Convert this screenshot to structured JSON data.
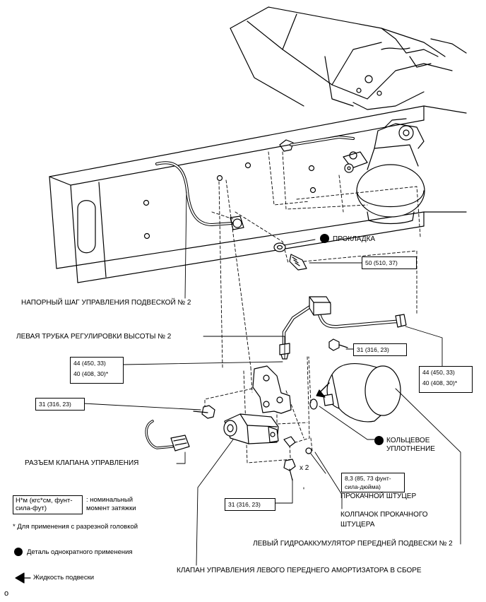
{
  "labels": {
    "gasket": "ПРОКЛАДКА",
    "pressure_step": "НАПОРНЫЙ ШАГ УПРАВЛЕНИЯ ПОДВЕСКОЙ № 2",
    "height_pipe": "ЛЕВАЯ ТРУБКА РЕГУЛИРОВКИ ВЫСОТЫ № 2",
    "o_ring_line1": "КОЛЬЦЕВОЕ",
    "o_ring_line2": "УПЛОТНЕНИЕ",
    "connector": "РАЗЪЕМ КЛАПАНА УПРАВЛЕНИЯ",
    "bleeder": "ПРОКАЧНОЙ ШТУЦЕР",
    "bleeder_cap_line1": "КОЛПАЧОК ПРОКАЧНОГО",
    "bleeder_cap_line2": "ШТУЦЕРА",
    "accumulator": "ЛЕВЫЙ ГИДРОАККУМУЛЯТОР ПЕРЕДНЕЙ ПОДВЕСКИ № 2",
    "valve_assy": "КЛАПАН УПРАВЛЕНИЯ ЛЕВОГО ПЕРЕДНЕГО АМОРТИЗАТОРА В СБОРЕ",
    "times_two": "x 2"
  },
  "torques": {
    "gasket_bolt": "50 (510, 37)",
    "pipe_left_l1": "44 (450, 33)",
    "pipe_left_l2": "40 (408, 30)*",
    "pipe_right_l1": "44 (450, 33)",
    "pipe_right_l2": "40 (408, 30)*",
    "bolt_mid": "31 (316, 23)",
    "bolt_left": "31 (316, 23)",
    "bolt_bottom": "31 (316, 23)",
    "bleeder_l1": "8,3 (85, 73 фунт-",
    "bleeder_l2": "сила-дюйма)"
  },
  "legend": {
    "unit_box_l1": "Н*м (кгс*см, фунт-",
    "unit_box_l2": "сила-фут)",
    "unit_desc_l1": ": номинальный",
    "unit_desc_l2": "момент затяжки",
    "asterisk_note": "* Для применения с разрезной головкой",
    "single_use": "Деталь однократного применения",
    "fluid": "Жидкость подвески"
  },
  "corner_mark": "o"
}
